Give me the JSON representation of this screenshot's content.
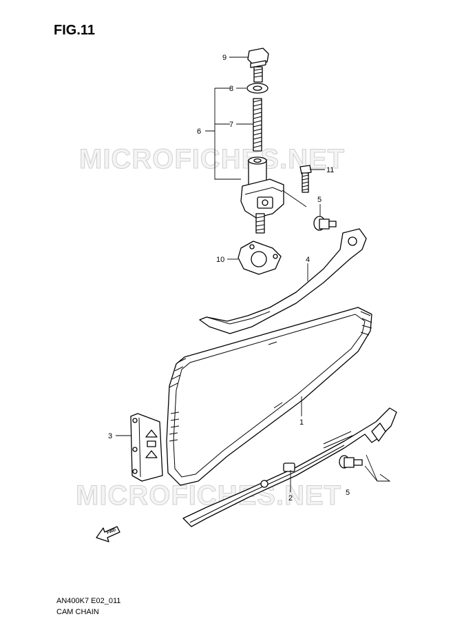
{
  "figure": {
    "title": "FIG.11"
  },
  "watermark": {
    "text": "MICROFICHES.NET"
  },
  "callouts": {
    "c1": "1",
    "c2": "2",
    "c3": "3",
    "c4": "4",
    "c5a": "5",
    "c5b": "5",
    "c6": "6",
    "c7": "7",
    "c8": "8",
    "c9": "9",
    "c10": "10",
    "c11": "11"
  },
  "fwd_marker": {
    "text": "FWD",
    "icon": "forward-arrow-icon"
  },
  "footer": {
    "code": "AN400K7 E02_011",
    "caption": "CAM CHAIN"
  }
}
